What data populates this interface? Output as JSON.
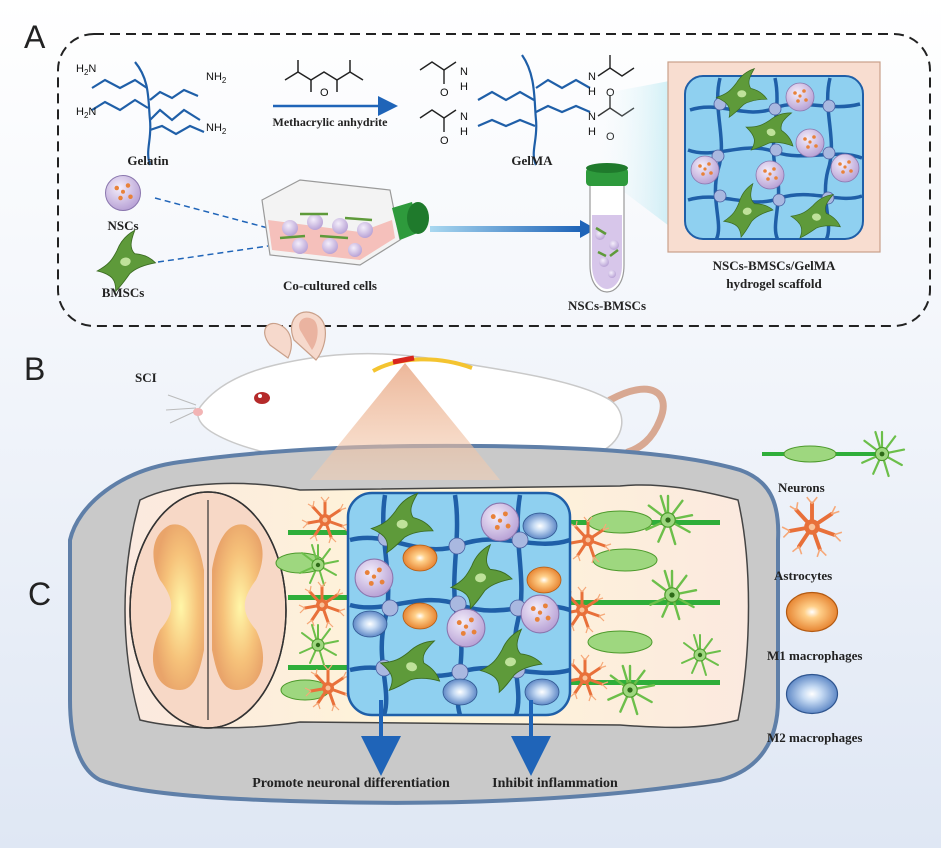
{
  "panels": {
    "a": "A",
    "b": "B",
    "c": "C"
  },
  "panel_a": {
    "gelatin": "Gelatin",
    "reagent": "Methacrylic anhydrite",
    "gelma": "GelMA",
    "nscs": "NSCs",
    "bmscs": "BMSCs",
    "coculture": "Co-cultured cells",
    "tube": "NSCs-BMSCs",
    "scaffold_line1": "NSCs-BMSCs/GelMA",
    "scaffold_line2": "hydrogel scaffold",
    "chem": {
      "nh2": "NH",
      "h2n": "H",
      "n": "N",
      "h": "H",
      "o": "O",
      "sub2": "2"
    }
  },
  "panel_b": {
    "sci": "SCI"
  },
  "panel_c": {
    "promote": "Promote neuronal differentiation",
    "inhibit": "Inhibit inflammation"
  },
  "legend": {
    "neurons": "Neurons",
    "astrocytes": "Astrocytes",
    "m1": "M1 macrophages",
    "m2": "M2 macrophages"
  },
  "colors": {
    "hydrogel": "#8fd0f0",
    "hydrogel_mesh": "#1f5fa8",
    "bmsc": "#5e9a3a",
    "nsc": "#c9b6e0",
    "astrocyte": "#e8703a",
    "m1": "#f08a2a",
    "m2": "#5b86c8",
    "neuron": "#9ed77f"
  }
}
